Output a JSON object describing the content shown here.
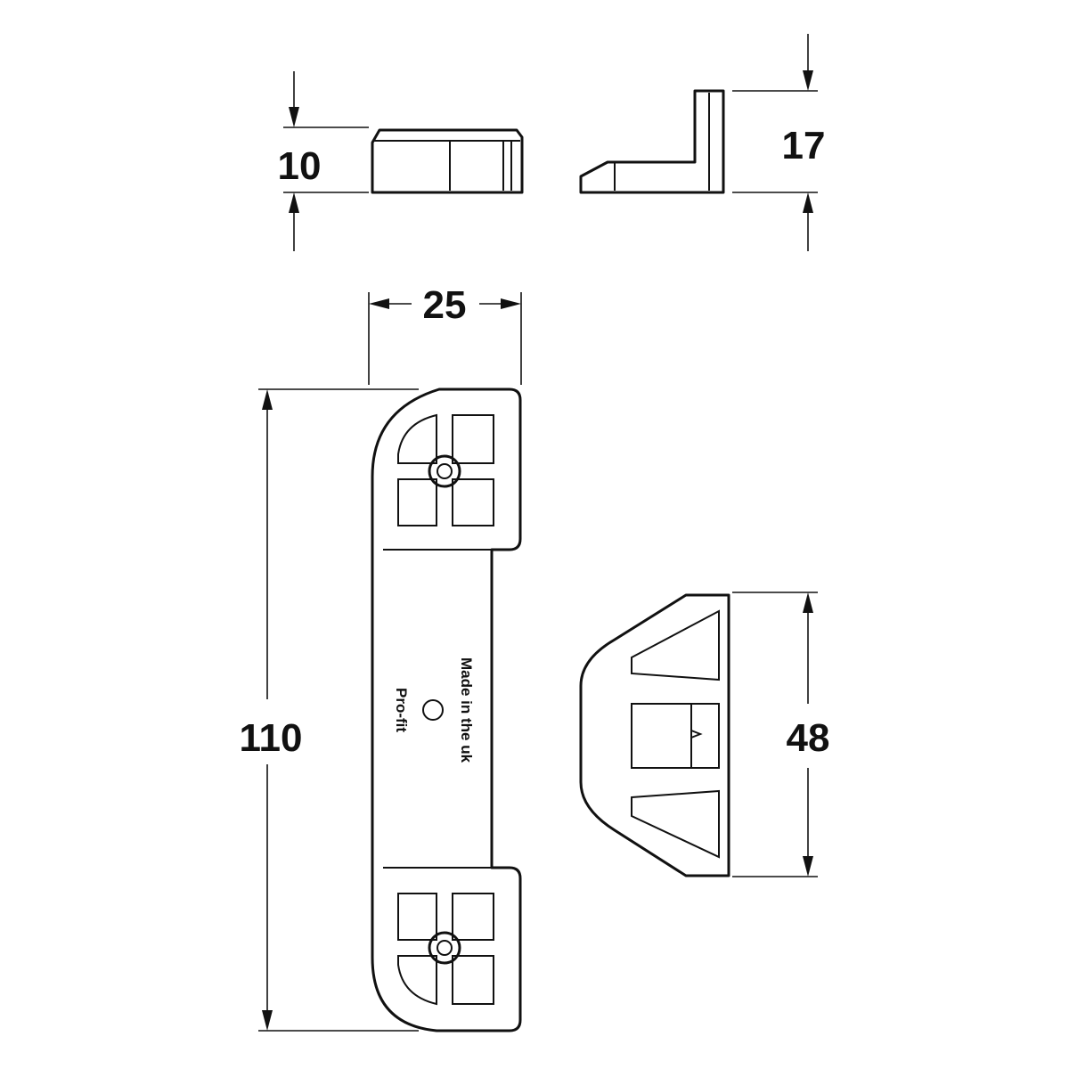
{
  "dimensions": {
    "height_front": "10",
    "height_side": "17",
    "width": "25",
    "length": "110",
    "depth": "48"
  },
  "markings": {
    "brand": "Pro-fit",
    "origin": "Made in the uk"
  }
}
